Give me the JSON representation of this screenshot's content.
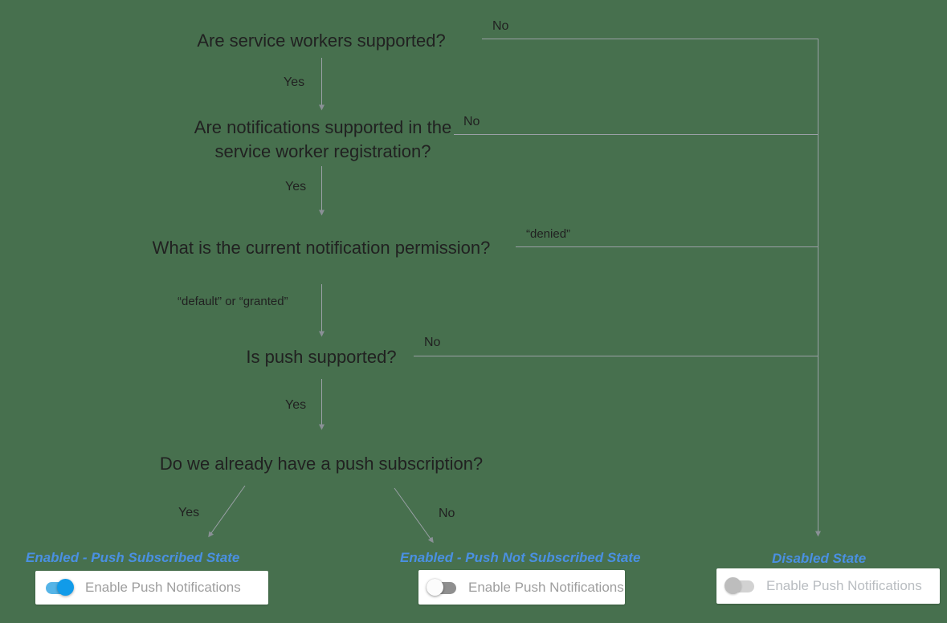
{
  "colors": {
    "background": "#47704e",
    "line": "#9aa0a6",
    "arrowhead": "#8a9096",
    "question_text": "#212121",
    "state_title_blue": "#4a90e2",
    "card_background": "#ffffff",
    "card_text": "#9e9e9e",
    "card_text_disabled": "#b9bdc1",
    "toggle_on_knob": "#119be9",
    "toggle_on_track": "#55b4e7",
    "toggle_off_knob": "#fcfcfc",
    "toggle_off_track": "#8f8f8f",
    "toggle_disabled_knob": "#bdbdbd",
    "toggle_disabled_track": "#d2d2d2"
  },
  "flowchart": {
    "q1": {
      "text": "Are service workers supported?",
      "yes_label": "Yes",
      "no_label": "No"
    },
    "q2": {
      "text": "Are notifications supported in the service worker registration?",
      "yes_label": "Yes",
      "no_label": "No"
    },
    "q3": {
      "text": "What is the current notification permission?",
      "denied_label": "“denied”",
      "granted_label": "“default” or “granted”"
    },
    "q4": {
      "text": "Is push supported?",
      "yes_label": "Yes",
      "no_label": "No"
    },
    "q5": {
      "text": "Do we already have a push subscription?",
      "yes_label": "Yes",
      "no_label": "No"
    }
  },
  "states": {
    "subscribed": {
      "title": "Enabled - Push Subscribed State",
      "toggle_state": "on",
      "toggle_label": "Enable Push Notifications"
    },
    "not_subscribed": {
      "title": "Enabled - Push Not Subscribed State",
      "toggle_state": "off",
      "toggle_label": "Enable Push Notifications"
    },
    "disabled": {
      "title": "Disabled State",
      "toggle_state": "disabled",
      "toggle_label": "Enable Push Notifications"
    }
  }
}
